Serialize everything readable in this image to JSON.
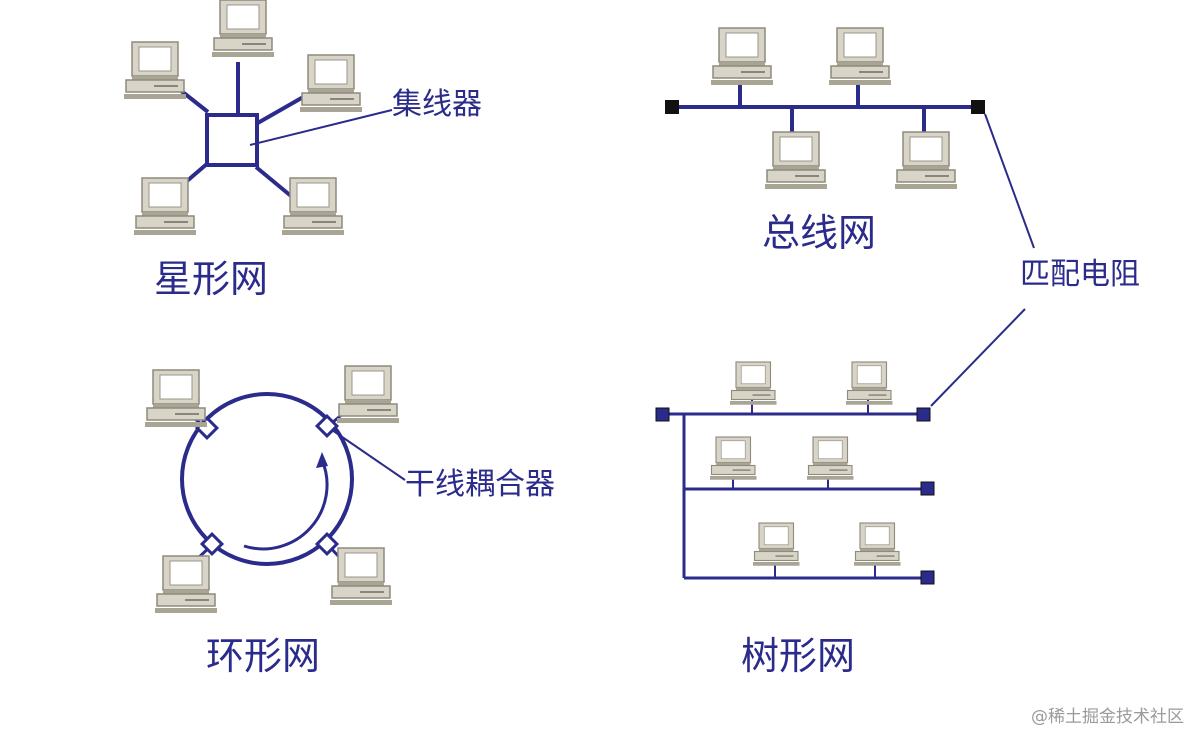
{
  "labels": {
    "star": "星形网",
    "hub": "集线器",
    "bus": "总线网",
    "terminator": "匹配电阻",
    "ring": "环形网",
    "coupler": "干线耦合器",
    "tree": "树形网"
  },
  "watermark": "@稀土掘金技术社区",
  "colors": {
    "line": "#2b2b8c",
    "terminator_bus": "#111111",
    "terminator_tree": "#2b2b8c",
    "computer": "#d8d5c8",
    "computer_shade": "#a9a595",
    "computer_screen": "#ffffff"
  },
  "icons": {
    "computer": "computer-icon",
    "hub": "hub-box",
    "terminator": "terminator-icon",
    "coupler": "coupler-icon"
  }
}
